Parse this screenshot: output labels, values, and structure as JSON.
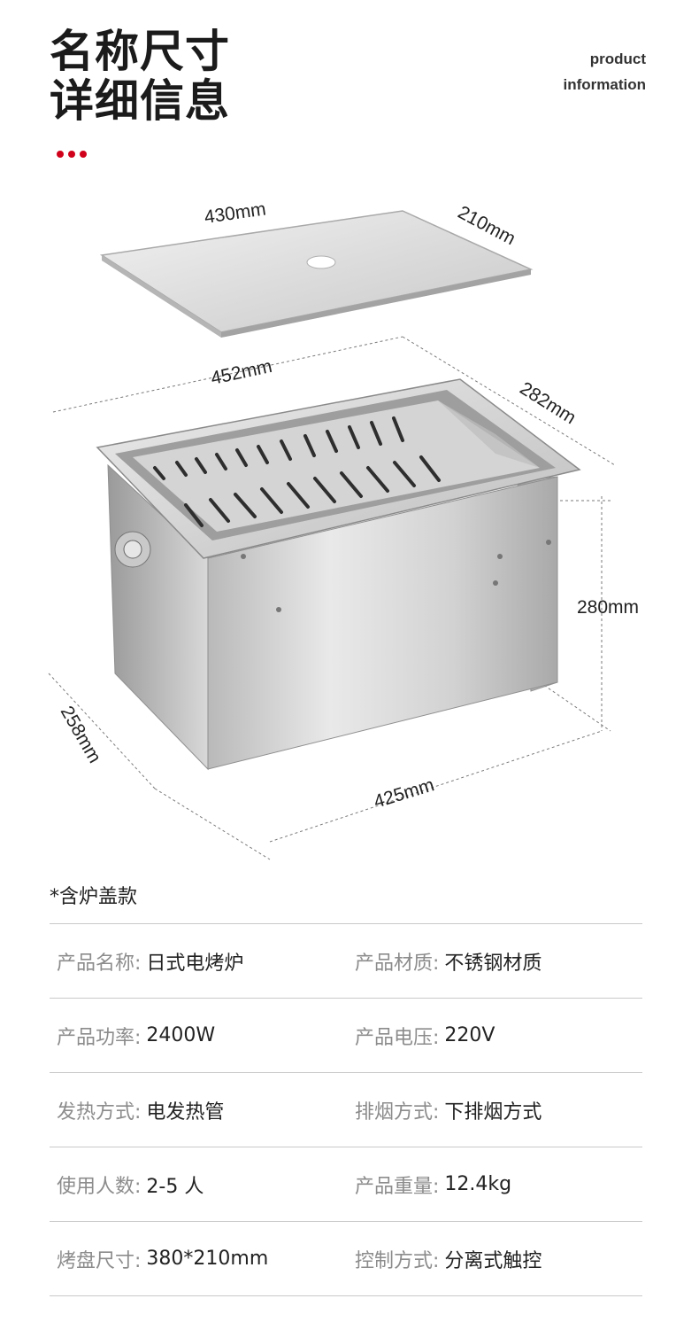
{
  "header": {
    "title_line1": "名称尺寸",
    "title_line2": "详细信息",
    "subtitle_line1": "product",
    "subtitle_line2": "information",
    "accent_color": "#d0021b"
  },
  "diagram": {
    "lid_length": "430mm",
    "lid_width": "210mm",
    "top_length": "452mm",
    "top_width": "282mm",
    "height": "280mm",
    "bottom_depth": "258mm",
    "bottom_length": "425mm"
  },
  "note": "*含炉盖款",
  "specs": [
    {
      "left": {
        "label": "产品名称:",
        "value": "日式电烤炉"
      },
      "right": {
        "label": "产品材质:",
        "value": "不锈钢材质"
      }
    },
    {
      "left": {
        "label": "产品功率:",
        "value": "2400W"
      },
      "right": {
        "label": "产品电压:",
        "value": "220V"
      }
    },
    {
      "left": {
        "label": "发热方式:",
        "value": "电发热管"
      },
      "right": {
        "label": "排烟方式:",
        "value": "下排烟方式"
      }
    },
    {
      "left": {
        "label": "使用人数:",
        "value": "2-5 人"
      },
      "right": {
        "label": "产品重量:",
        "value": "12.4kg"
      }
    },
    {
      "left": {
        "label": "烤盘尺寸:",
        "value": "380*210mm"
      },
      "right": {
        "label": "控制方式:",
        "value": "分离式触控"
      }
    }
  ]
}
